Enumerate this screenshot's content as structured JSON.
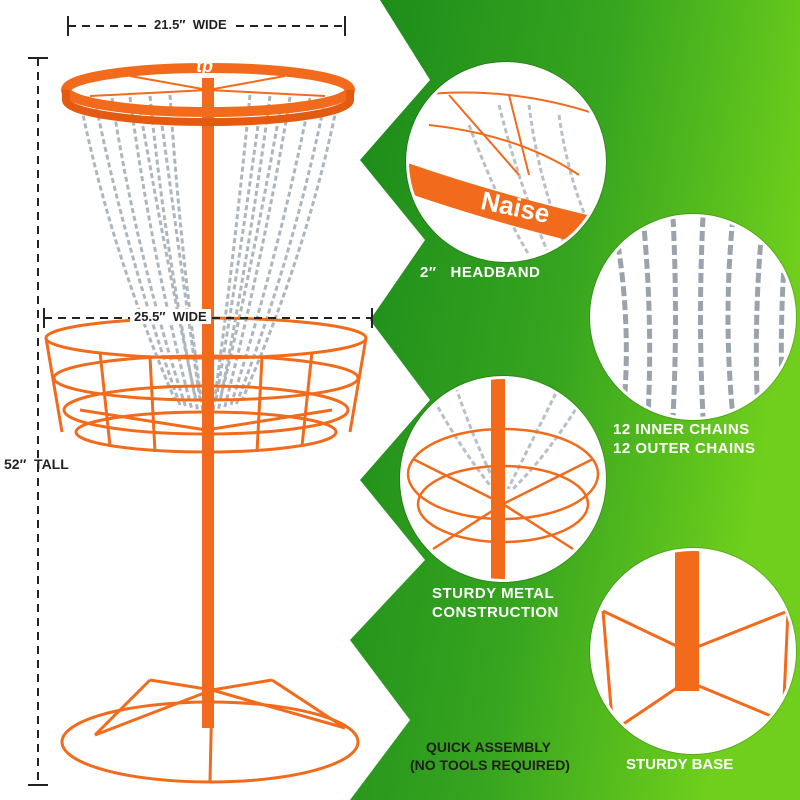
{
  "dimensions": {
    "top_width": "21.5″  WIDE",
    "bottom_width": "25.5″  WIDE",
    "height": "52″  TALL"
  },
  "features": {
    "headband": "2″   HEADBAND",
    "chains_line1": "12 INNER CHAINS",
    "chains_line2": "12 OUTER CHAINS",
    "construction_line1": "STURDY METAL",
    "construction_line2": "CONSTRUCTION",
    "assembly_line1": "QUICK ASSEMBLY",
    "assembly_line2": "(NO TOOLS REQUIRED)",
    "base": "STURDY BASE"
  },
  "colors": {
    "orange": "#f26a1b",
    "green_dark": "#1a8a1a",
    "green_light": "#6fcf1c",
    "chain": "#b8bfc6"
  },
  "logos": {
    "rim_logo": "tp",
    "headband_brand": "Naise"
  }
}
